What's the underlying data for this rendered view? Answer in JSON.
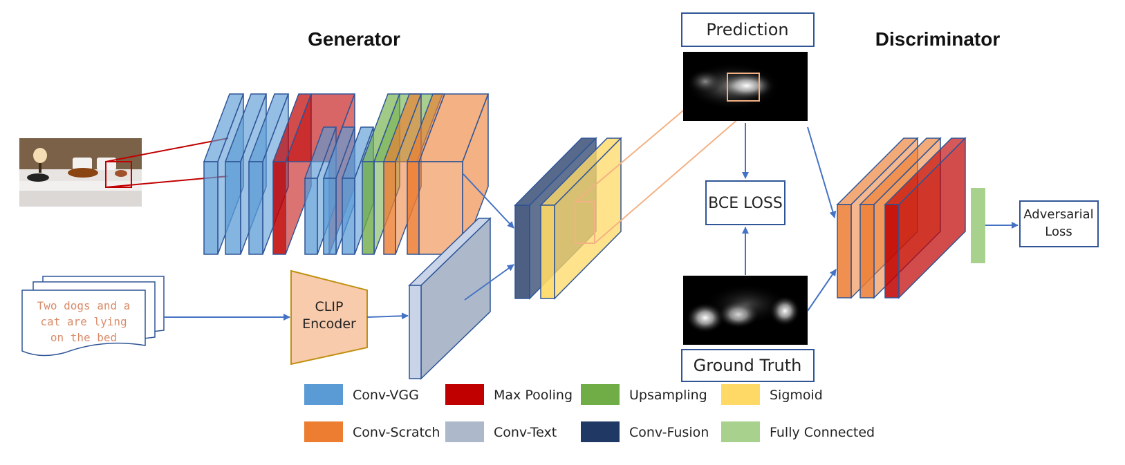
{
  "headings": {
    "generator": "Generator",
    "discriminator": "Discriminator"
  },
  "boxes": {
    "prediction": "Prediction",
    "bce_loss": "BCE LOSS",
    "ground_truth": "Ground Truth",
    "adversarial_loss_line1": "Adversarial",
    "adversarial_loss_line2": "Loss"
  },
  "clip_encoder": {
    "line1": "CLIP",
    "line2": "Encoder"
  },
  "caption_lines": [
    "Two dogs and a",
    "cat are lying",
    "on the bed"
  ],
  "legend": [
    {
      "label": "Conv-VGG",
      "color": "#5b9bd5"
    },
    {
      "label": "Max Pooling",
      "color": "#c00000"
    },
    {
      "label": "Upsampling",
      "color": "#70ad47"
    },
    {
      "label": "Sigmoid",
      "color": "#ffd966"
    },
    {
      "label": "Conv-Scratch",
      "color": "#ed7d31"
    },
    {
      "label": "Conv-Text",
      "color": "#adb9ca"
    },
    {
      "label": "Conv-Fusion",
      "color": "#203864"
    },
    {
      "label": "Fully Connected",
      "color": "#a9d18e"
    }
  ],
  "colors": {
    "arrow": "#4472c4",
    "box_border": "#2f5597",
    "layer_outline": "#2f5597",
    "clip_fill": "#f8cbad",
    "clip_border": "#c09010",
    "crop_line": "#c00000",
    "projection_line": "#f4b183"
  }
}
